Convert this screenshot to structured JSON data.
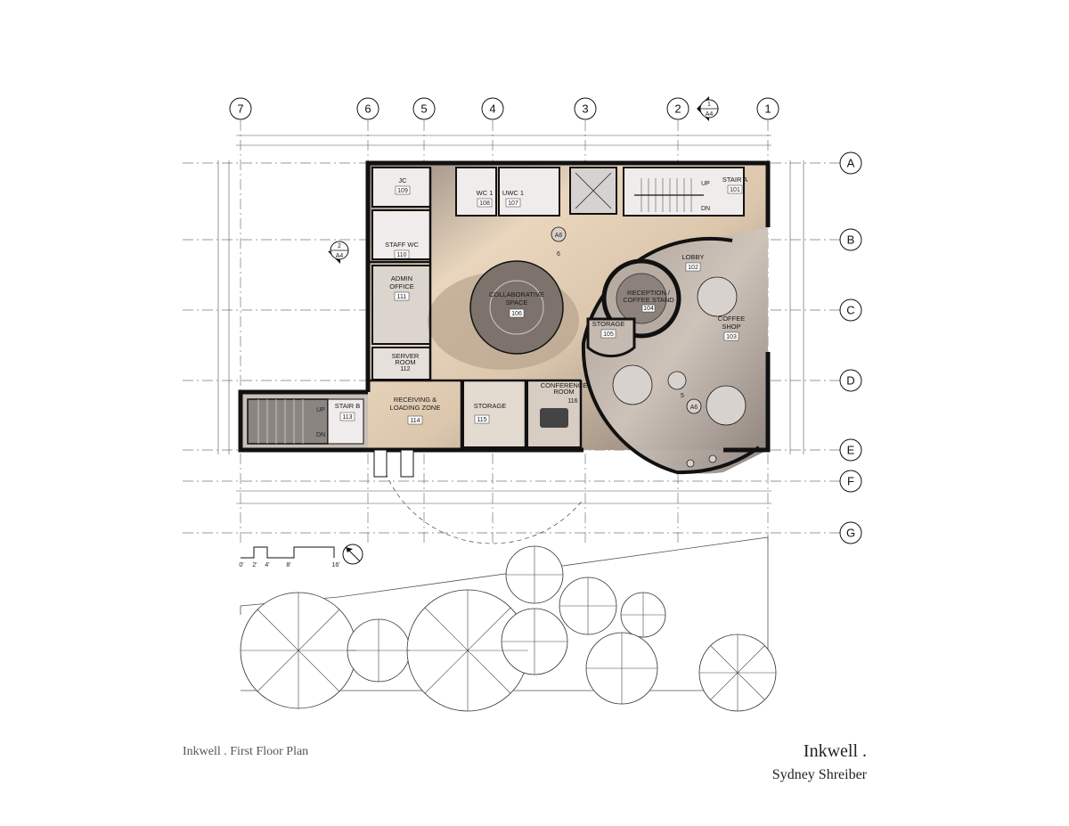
{
  "grid": {
    "columns": [
      "7",
      "6",
      "5",
      "4",
      "3",
      "2",
      "1"
    ],
    "rows": [
      "A",
      "B",
      "C",
      "D",
      "E",
      "F",
      "G"
    ]
  },
  "section_marks": {
    "top": {
      "num": "1",
      "sheet": "A4"
    },
    "left": {
      "num": "2",
      "sheet": "A4"
    },
    "a6_top": "A6",
    "a6_top_num": "6",
    "a6_bottom": "A6",
    "a6_bottom_num": "5"
  },
  "rooms": {
    "jc": {
      "name": "JC",
      "num": "109"
    },
    "wc1": {
      "name": "WC 1",
      "num": "108"
    },
    "uwc1": {
      "name": "UWC 1",
      "num": "107"
    },
    "stair_a": {
      "name": "STAIR A",
      "num": "101"
    },
    "staff_wc": {
      "name": "STAFF WC",
      "num": "110"
    },
    "lobby": {
      "name": "LOBBY",
      "num": "102"
    },
    "admin_1": "ADMIN",
    "admin_2": "OFFICE",
    "admin_num": "111",
    "collab_1": "COLLABORATIVE",
    "collab_2": "SPACE",
    "collab_num": "106",
    "reception_1": "RECEPTION /",
    "reception_2": "COFFEE STAND",
    "reception_num": "104",
    "coffee_1": "COFFEE",
    "coffee_2": "SHOP",
    "coffee_num": "103",
    "storage_105": {
      "name": "STORAGE",
      "num": "105"
    },
    "server_1": "SERVER",
    "server_2": "ROOM",
    "server_num": "112",
    "receiving_1": "RECEIVING &",
    "receiving_2": "LOADING ZONE",
    "receiving_num": "114",
    "storage_115": {
      "name": "STORAGE",
      "num": "115"
    },
    "conference_1": "CONFERENCE",
    "conference_2": "ROOM",
    "conference_num": "116",
    "stair_b": {
      "name": "STAIR B",
      "num": "113"
    }
  },
  "stair_marks": {
    "up": "UP",
    "dn": "DN"
  },
  "scale_bar": [
    "0'",
    "2'",
    "4'",
    "8'",
    "16'"
  ],
  "captions": {
    "left": "Inkwell . First Floor Plan",
    "title": "Inkwell .",
    "author": "Sydney Shreiber"
  },
  "colors": {
    "wall": "#111111",
    "floor_light": "#e8d5bd",
    "floor_dark": "#8a7f78",
    "floor_mid": "#b8aca2",
    "wet": "#efeceb"
  }
}
